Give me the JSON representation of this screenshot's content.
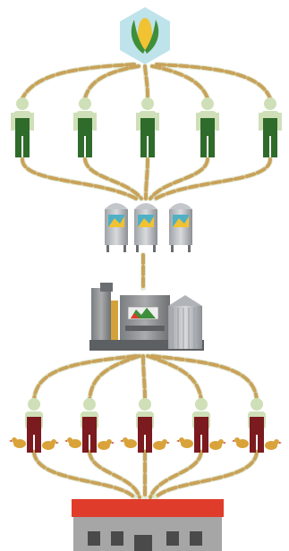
{
  "diagram": {
    "nodes": [
      {
        "id": "corn",
        "kind": "corn-icon"
      },
      {
        "id": "farmers",
        "kind": "farmer-figure",
        "count": 5
      },
      {
        "id": "silos",
        "kind": "silo-group",
        "count": 3
      },
      {
        "id": "mill",
        "kind": "feed-mill-factory"
      },
      {
        "id": "poultry_farmers",
        "kind": "poultry-farmer-figure",
        "count": 5
      },
      {
        "id": "store",
        "kind": "store-building"
      }
    ],
    "edges": [
      {
        "from": "corn",
        "to": "farmers"
      },
      {
        "from": "farmers",
        "to": "silos"
      },
      {
        "from": "silos",
        "to": "mill"
      },
      {
        "from": "mill",
        "to": "poultry_farmers"
      },
      {
        "from": "poultry_farmers",
        "to": "store"
      }
    ]
  },
  "colors": {
    "flow_line": "#c9a25a",
    "flow_line_light": "#a8c28a",
    "farmer_shirt": "#cfe0b8",
    "farmer_overalls": "#2f6b2a",
    "poultry_farmer_overalls": "#7b1a1f",
    "chicken": "#d9a33a",
    "corn_badge": "#bfe3ea",
    "corn_kernel": "#f1c232",
    "corn_leaf": "#3f8f3a",
    "store_roof": "#e03c2b",
    "store_wall": "#a6a6a6",
    "silo_body": "#b9bcc0",
    "mill_body": "#8d8f90"
  }
}
